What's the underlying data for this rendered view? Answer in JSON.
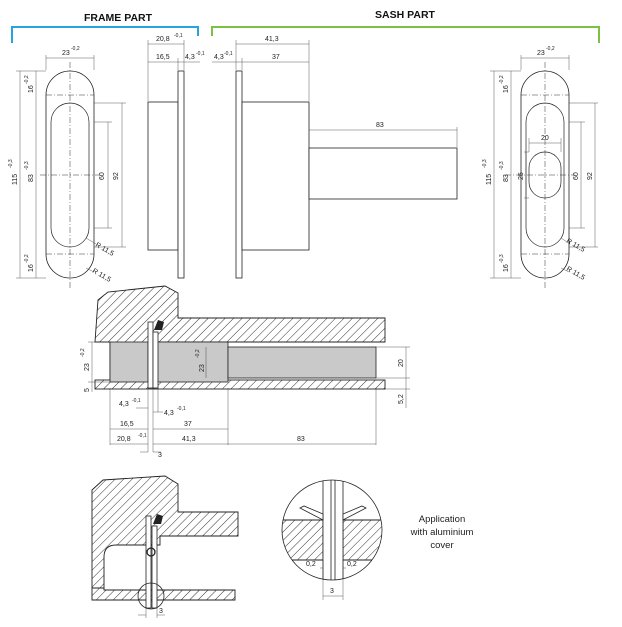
{
  "headers": {
    "frame": "FRAME PART",
    "sash": "SASH PART"
  },
  "colors": {
    "frame_bracket": "#29a3dc",
    "sash_bracket": "#7cc242",
    "section_fill": "#c9c9c9"
  },
  "frame_face": {
    "w": "23",
    "w_tol": "-0,2",
    "t1": "16",
    "t1_tol": "-0,2",
    "total": "115",
    "total_tol": "-0,3",
    "mid": "83",
    "mid_tol": "-0,3",
    "slot60": "60",
    "slot92": "92",
    "b1": "16",
    "b1_tol": "-0,2",
    "r1": "R 11,5",
    "r2": "R 11,5"
  },
  "frame_side": {
    "top": "20,8",
    "top_tol": "-0,1",
    "left": "16,5",
    "right": "4,3",
    "right_tol": "-0,1"
  },
  "sash_side": {
    "plate": "4,3",
    "plate_tol": "-0,1",
    "full": "41,3",
    "body": "37",
    "pin": "83"
  },
  "sash_face": {
    "w": "23",
    "w_tol": "-0,2",
    "t1": "16",
    "t1_tol": "-0,2",
    "total": "115",
    "total_tol": "-0,3",
    "mid": "83",
    "mid_tol": "-0,3",
    "d20": "20",
    "d25": "25",
    "slot60": "60",
    "slot92": "92",
    "b1": "16",
    "b1_tol": "-0,3",
    "r1": "R 11,5",
    "r2": "R 11,5"
  },
  "section": {
    "h23a": "23",
    "h23a_tol": "-0,2",
    "h23b": "23",
    "h23b_tol": "-0,2",
    "d5": "5",
    "d20": "20",
    "d52": "5,2",
    "d43a": "4,3",
    "d43a_tol": "-0,1",
    "d43b": "4,3",
    "d43b_tol": "-0,1",
    "d165": "16,5",
    "d37": "37",
    "d208": "20,8",
    "d208_tol": "-0,1",
    "d413": "41,3",
    "d83": "83",
    "d3": "3"
  },
  "bottom": {
    "d3": "3",
    "gap_left": "0,2",
    "gap_right": "0,2",
    "gap_total": "3",
    "note_line1": "Application",
    "note_line2": "with aluminium",
    "note_line3": "cover"
  }
}
